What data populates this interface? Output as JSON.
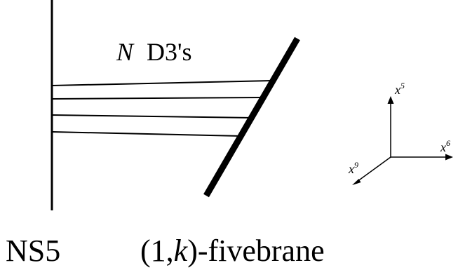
{
  "labels": {
    "d3_count": "N",
    "d3_name": "D3's",
    "ns5": "NS5",
    "fivebrane_open": "(1,",
    "fivebrane_k": "k",
    "fivebrane_rest": ")-fivebrane"
  },
  "axes": {
    "x5_base": "x",
    "x5_sup": "5",
    "x6_base": "x",
    "x6_sup": "6",
    "x9_base": "x",
    "x9_sup": "9"
  },
  "colors": {
    "ink": "#000000",
    "background": "#ffffff"
  }
}
